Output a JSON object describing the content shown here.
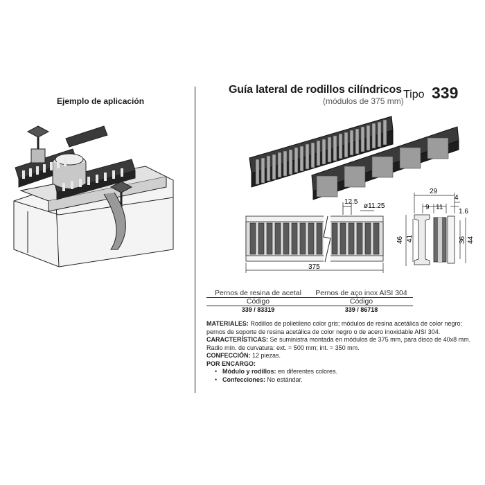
{
  "left_title": "Ejemplo de aplicación",
  "title": "Guía lateral de rodillos cilíndricos",
  "subtitle": "(módulos de 375 mm)",
  "tipo_label": "Tipo",
  "tipo_number": "339",
  "dimensions": {
    "pitch": "12.5",
    "roller_dia": "ø11.25",
    "length": "375",
    "w29": "29",
    "w4": "4",
    "w9": "9",
    "w11": "11",
    "w1_6": "1.6",
    "h46": "46",
    "h41": "41",
    "h36": "36",
    "h44": "44"
  },
  "table": {
    "col1_head": "Pernos de resina de acetal",
    "col2_head": "Pernos de aço inox AISI 304",
    "code_label": "Código",
    "col1_code": "339 / 83319",
    "col2_code": "339 / 86718"
  },
  "description": {
    "materiales_label": "MATERIALES:",
    "materiales_text": "Rodillos de polietileno color gris; módulos de resina acetálica de color negro; pernos de soporte de resina acetálica de color negro o de acero inoxidable AISI 304.",
    "caracteristicas_label": "CARACTERÍSTICAS:",
    "caracteristicas_text": "Se suministra montada en módulos de 375 mm, para disco de 40x8 mm. Radio mín. de curvatura: ext. = 500 mm; int. = 350 mm.",
    "confeccion_label": "CONFECCIÓN:",
    "confeccion_text": "12 piezas.",
    "encargo_label": "POR ENCARGO:",
    "encargo_items": [
      {
        "label": "Módulo y rodillos:",
        "text": "en diferentes colores."
      },
      {
        "label": "Confecciones:",
        "text": "No estándar."
      }
    ]
  }
}
